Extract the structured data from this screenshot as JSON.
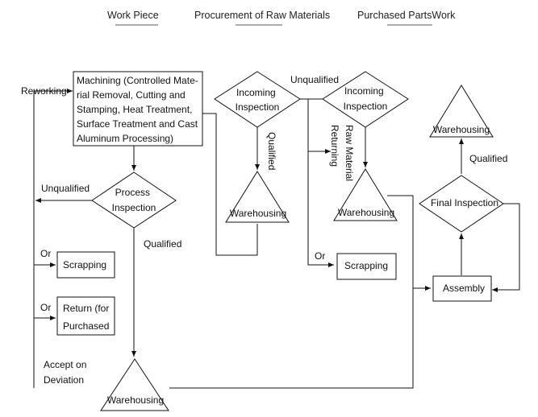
{
  "header": {
    "work_piece": "Work Piece",
    "procurement": "Procurement of Raw Materials",
    "purchased": "Purchased PartsWork"
  },
  "nodes": {
    "machining": [
      "Machining (Controlled Mate-",
      "rial Removal, Cutting and",
      "Stamping,  Heat Treatment,",
      "Surface Treatment and Cast",
      "Aluminum Processing)"
    ],
    "incoming1": [
      "Incoming",
      "Inspection"
    ],
    "incoming2": [
      "Incoming",
      "Inspection"
    ],
    "process": [
      "Process",
      "Inspection"
    ],
    "warehousing1": "Warehousing",
    "warehousing2": "Warehousing",
    "warehousing_top": "Warehousing",
    "warehousing_bottom": "Warehousing",
    "scrapping1": "Scrapping",
    "scrapping2": "Scrapping",
    "return": [
      "Return (for",
      "Purchased"
    ],
    "final": "Final Inspection",
    "assembly": "Assembly"
  },
  "edge_labels": {
    "reworking": "Reworking",
    "unqualified_top": "Unqualified",
    "qualified_v": "Qualified",
    "raw_material_returning": [
      "Raw Material",
      "Returning"
    ],
    "unqualified_left": "Unqualified",
    "qualified_process": "Qualified",
    "qualified_final": "Qualified",
    "or1": "Or",
    "or2": "Or",
    "or3": "Or",
    "accept": [
      "Accept on",
      "Deviation"
    ]
  }
}
